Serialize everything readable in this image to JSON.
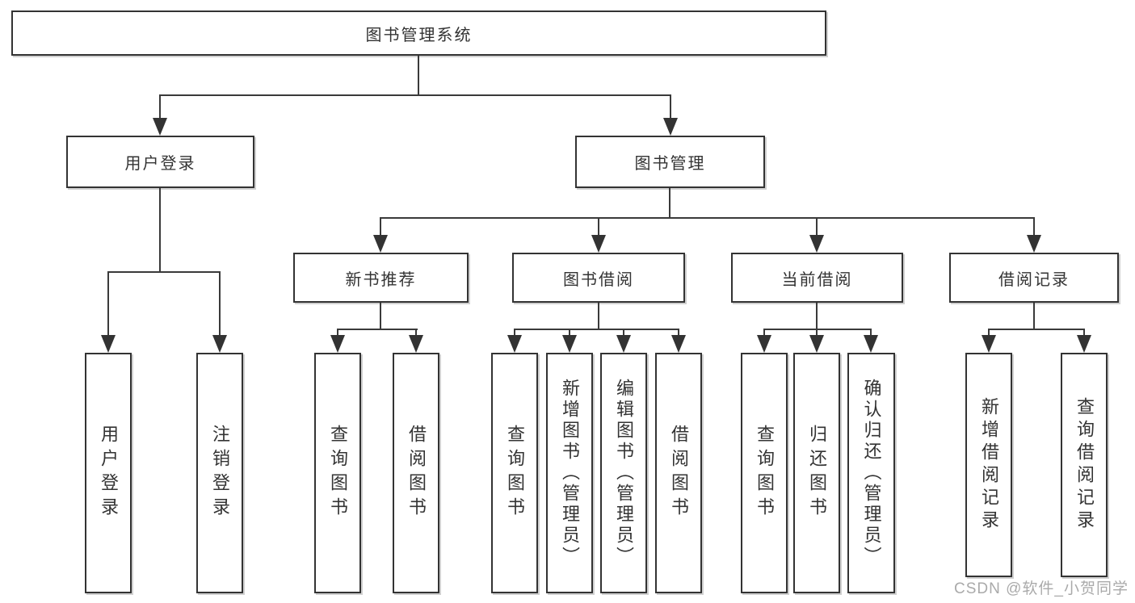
{
  "diagram": {
    "root": {
      "label": "图书管理系统",
      "children": [
        {
          "label": "用户登录",
          "children": [
            {
              "label": "用户登录"
            },
            {
              "label": "注销登录"
            }
          ]
        },
        {
          "label": "图书管理",
          "children": [
            {
              "label": "新书推荐",
              "children": [
                {
                  "label": "查询图书"
                },
                {
                  "label": "借阅图书"
                }
              ]
            },
            {
              "label": "图书借阅",
              "children": [
                {
                  "label": "查询图书"
                },
                {
                  "label": "新增图书（管理员）"
                },
                {
                  "label": "编辑图书（管理员）"
                },
                {
                  "label": "借阅图书"
                }
              ]
            },
            {
              "label": "当前借阅",
              "children": [
                {
                  "label": "查询图书"
                },
                {
                  "label": "归还图书"
                },
                {
                  "label": "确认归还（管理员）"
                }
              ]
            },
            {
              "label": "借阅记录",
              "children": [
                {
                  "label": "新增借阅记录"
                },
                {
                  "label": "查询借阅记录"
                }
              ]
            }
          ]
        }
      ]
    }
  },
  "watermark": {
    "text": "CSDN @软件_小贺同学"
  },
  "colors": {
    "line": "#3a3a3a",
    "border": "#333333",
    "text": "#333333",
    "watermark": "#aaaaaa",
    "background": "#ffffff"
  }
}
